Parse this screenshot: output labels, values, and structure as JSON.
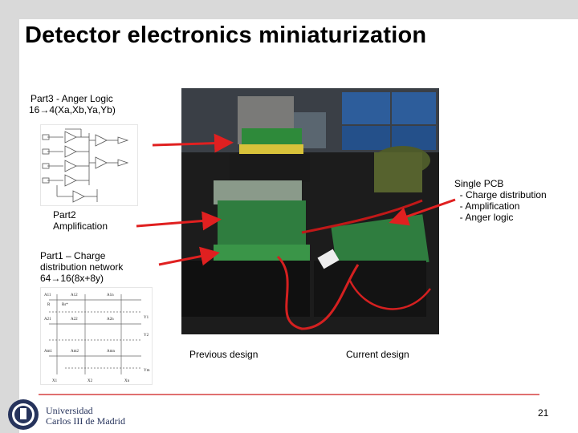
{
  "slide": {
    "title": "Detector electronics miniaturization",
    "page_number": "21"
  },
  "labels": {
    "part3_line1": "Part3 - Anger Logic",
    "part3_line2": "16→4(Xa,Xb,Ya,Yb)",
    "part2_line1": "Part2",
    "part2_line2": "Amplification",
    "part1_line1": "Part1 – Charge",
    "part1_line2": "distribution network",
    "part1_line3": "64→16(8x+8y)",
    "single_pcb_title": "Single PCB",
    "single_pcb_item1": "  - Charge distribution",
    "single_pcb_item2": "  - Amplification",
    "single_pcb_item3": "  - Anger logic",
    "previous_design": "Previous design",
    "current_design": "Current design"
  },
  "schematic_matrix": {
    "row_labels": [
      "A11",
      "A21",
      "Am1"
    ],
    "cells": [
      "A12",
      "A22",
      "Am2",
      "A1n",
      "A2n",
      "Amn"
    ],
    "r_label": "R",
    "rs_label": "Rs*",
    "y_labels": [
      "Y1",
      "Y2",
      "Ym"
    ],
    "x_labels": [
      "X1",
      "X2",
      "Xn"
    ]
  },
  "footer": {
    "university_line1": "Universidad",
    "university_line2": "Carlos III de Madrid"
  },
  "colors": {
    "arrow": "#e02020",
    "footer_rule": "#e07070",
    "university_text": "#26335c"
  }
}
